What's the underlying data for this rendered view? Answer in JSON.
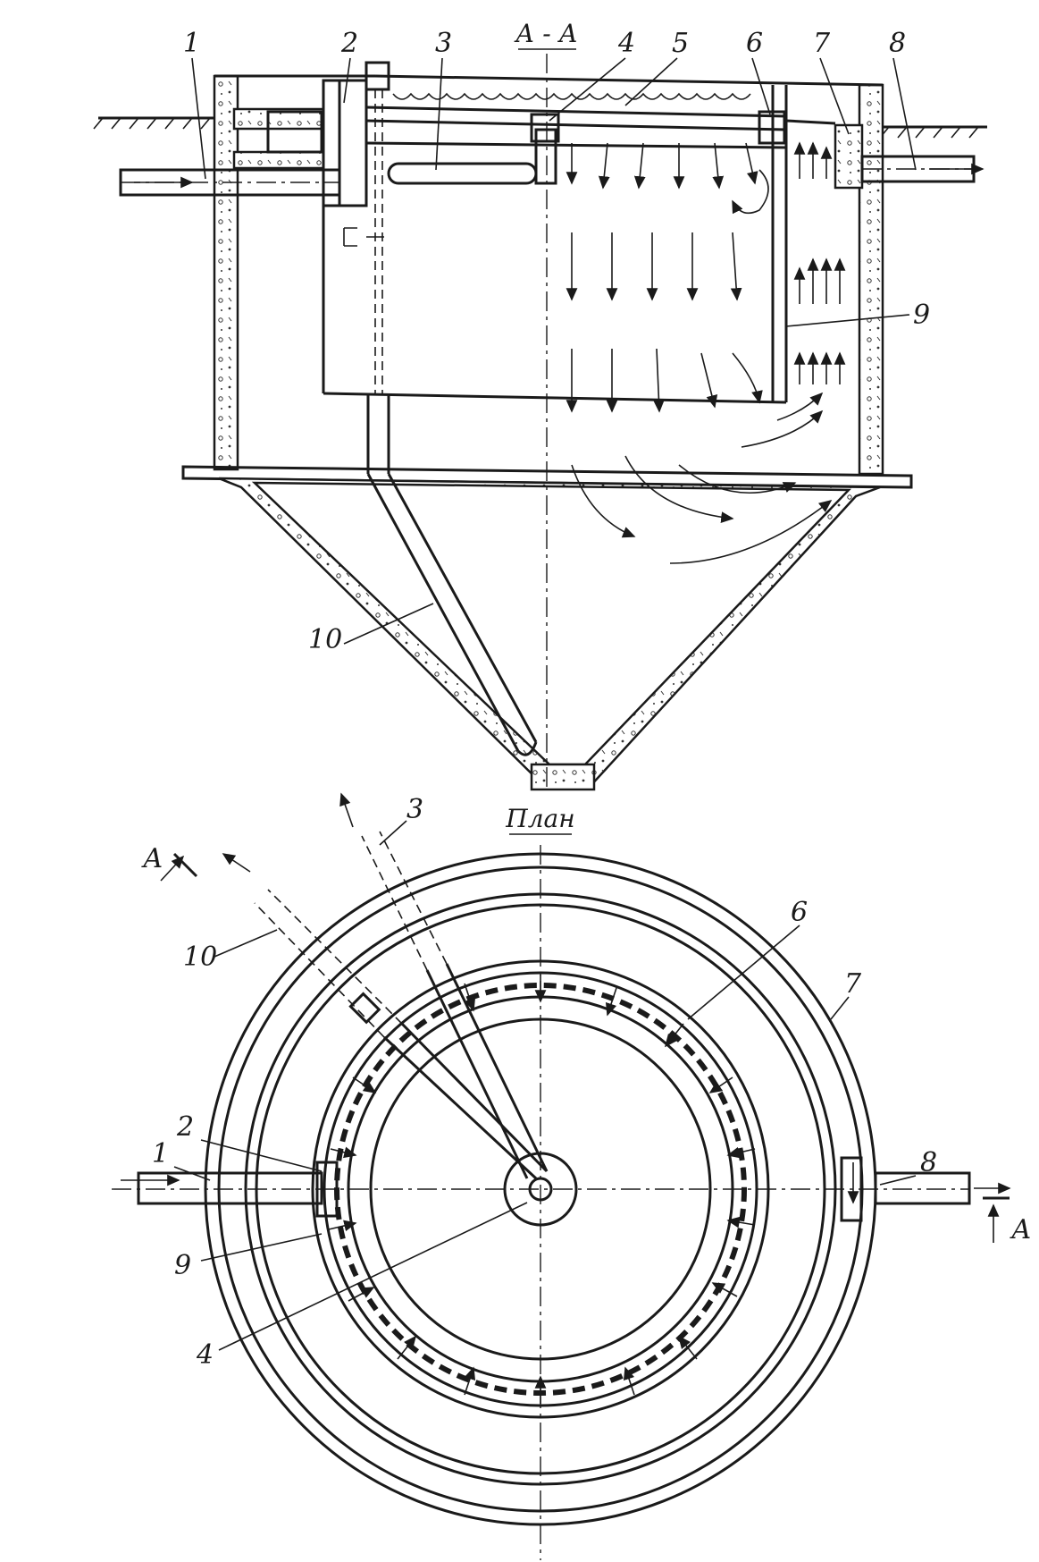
{
  "section_title": "А - А",
  "plan_title": "План",
  "section_mark": "А",
  "section_labels": [
    "1",
    "2",
    "3",
    "4",
    "5",
    "6",
    "7",
    "8",
    "9",
    "10"
  ],
  "plan_labels": [
    "1",
    "2",
    "3",
    "4",
    "6",
    "7",
    "8",
    "9",
    "10"
  ]
}
